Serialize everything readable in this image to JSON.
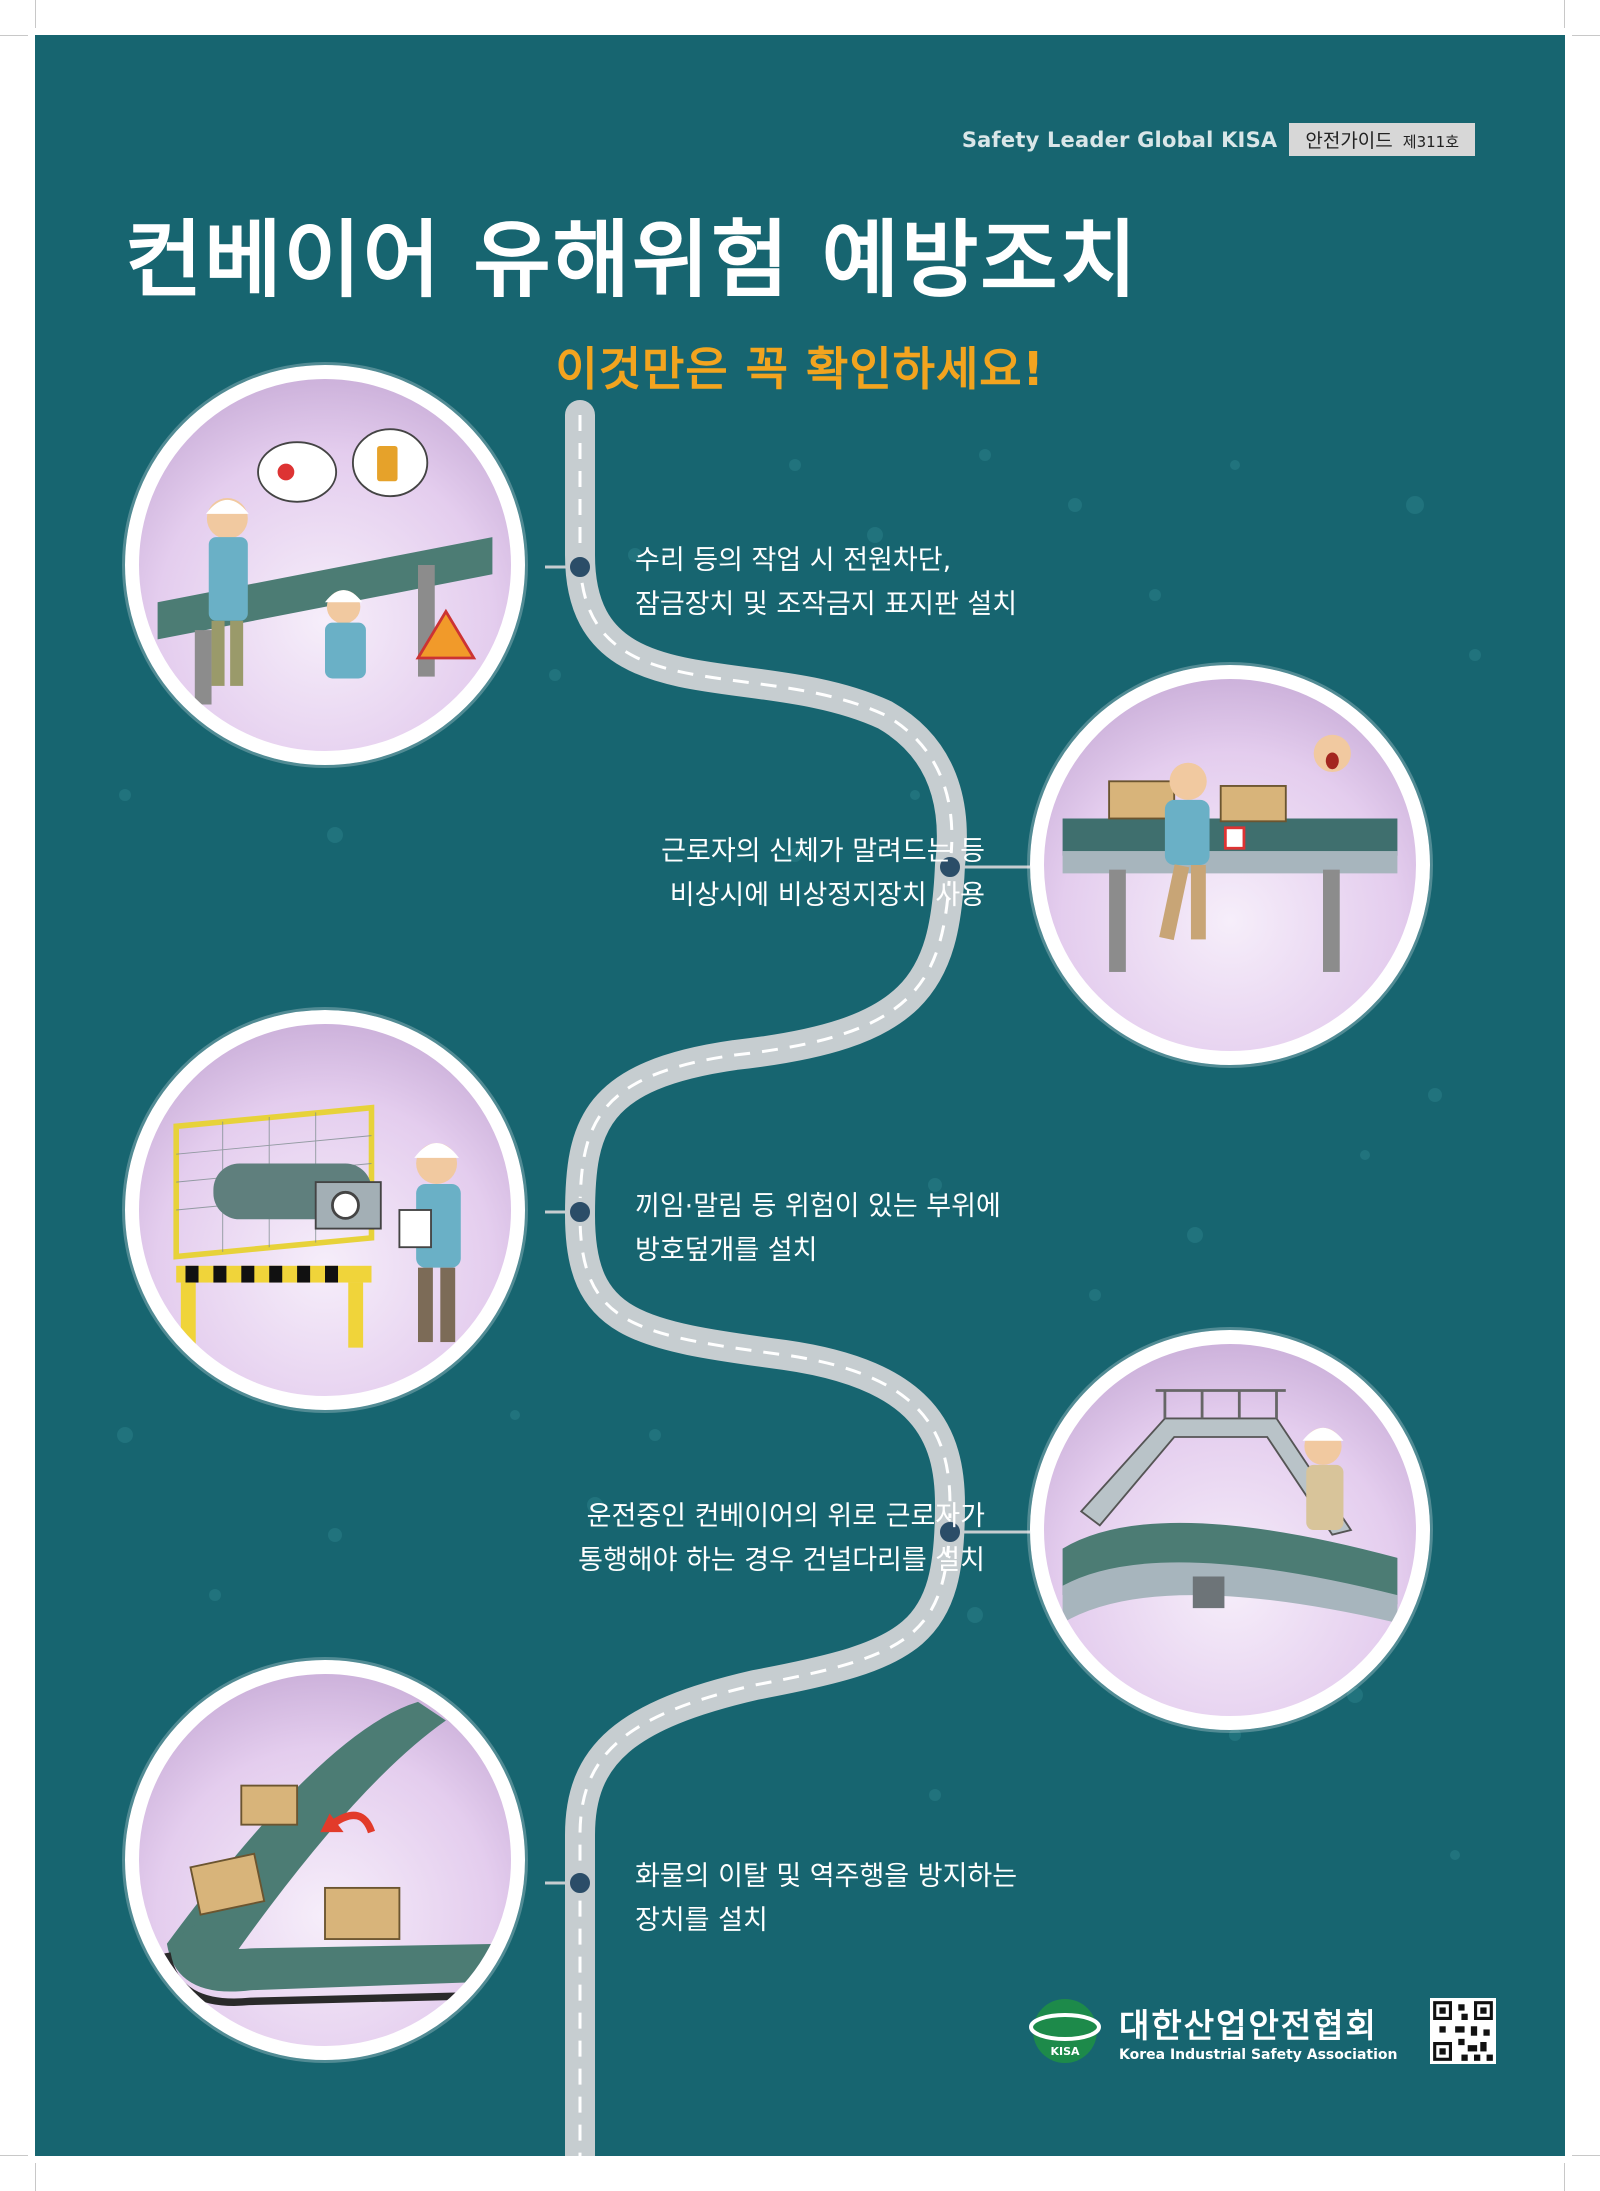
{
  "header": {
    "org_tagline": "Safety Leader Global KISA",
    "series_label": "안전가이드",
    "issue_label": "제311호"
  },
  "title": "컨베이어 유해위험 예방조치",
  "subtitle": "이것만은 꼭 확인하세요!",
  "steps": [
    {
      "line1": "수리 등의 작업 시 전원차단,",
      "line2": "잠금장치 및 조작금지 표지판 설치"
    },
    {
      "line1": "근로자의 신체가 말려드는 등",
      "line2": "비상시에 비상정지장치 사용"
    },
    {
      "line1": "끼임·말림 등 위험이 있는 부위에",
      "line2": "방호덮개를 설치"
    },
    {
      "line1": "운전중인 컨베이어의 위로 근로자가",
      "line2": "통행해야  하는 경우 건널다리를 설치"
    },
    {
      "line1": "화물의 이탈 및 역주행을 방지하는",
      "line2": "장치를 설치"
    }
  ],
  "footer": {
    "org_name": "대한산업안전협회",
    "org_name_en": "Korea Industrial Safety Association",
    "logo_text": "KISA"
  },
  "colors": {
    "background": "#176570",
    "title": "#ffffff",
    "subtitle": "#f2a41f",
    "road": "#c9cfd2",
    "circle_fill": "#e4cdee"
  }
}
